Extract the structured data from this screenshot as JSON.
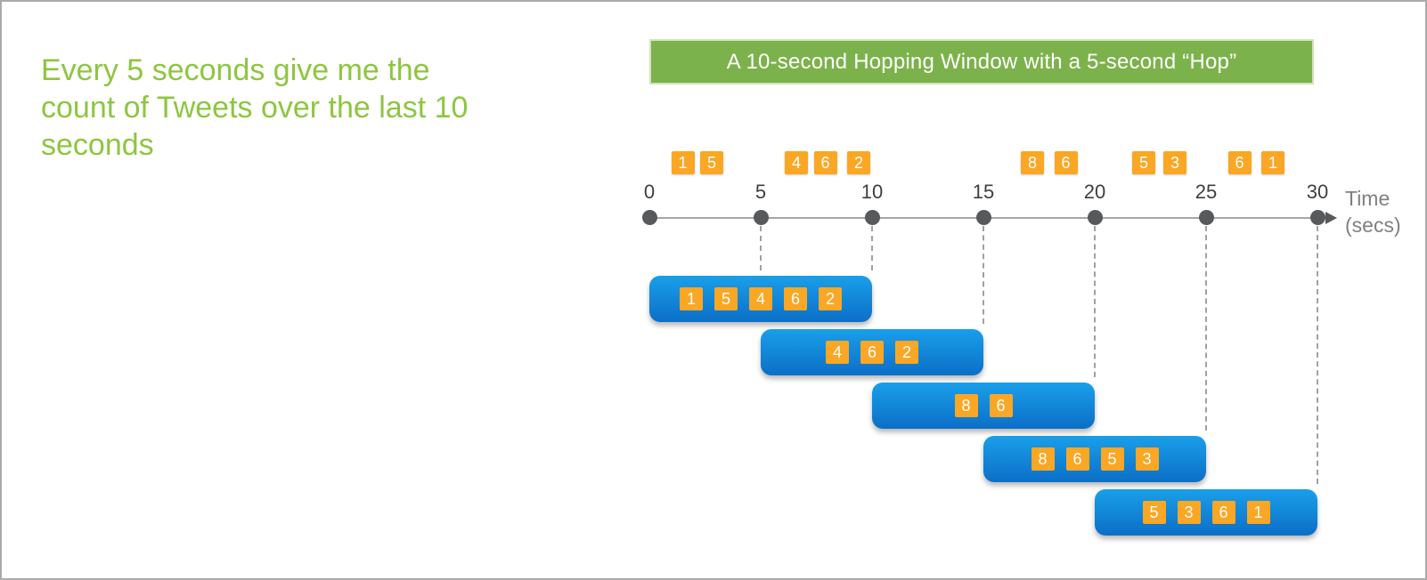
{
  "prompt": {
    "lines": [
      "Every 5 seconds give me the",
      "count of Tweets over the last 10",
      "seconds"
    ]
  },
  "banner": {
    "title": "A 10-second Hopping Window with a 5-second “Hop”"
  },
  "timeline": {
    "ticks": [
      0,
      5,
      10,
      15,
      20,
      25,
      30
    ],
    "axis_label_line1": "Time",
    "axis_label_line2": "(secs)"
  },
  "events": [
    {
      "t": 1.5,
      "value": 1
    },
    {
      "t": 2.8,
      "value": 5
    },
    {
      "t": 6.6,
      "value": 4
    },
    {
      "t": 7.9,
      "value": 6
    },
    {
      "t": 9.4,
      "value": 2
    },
    {
      "t": 17.2,
      "value": 8
    },
    {
      "t": 18.7,
      "value": 6
    },
    {
      "t": 22.2,
      "value": 5
    },
    {
      "t": 23.6,
      "value": 3
    },
    {
      "t": 26.5,
      "value": 6
    },
    {
      "t": 28.0,
      "value": 1
    }
  ],
  "windows": [
    {
      "start": 0,
      "end": 10,
      "values": [
        1,
        5,
        4,
        6,
        2
      ]
    },
    {
      "start": 5,
      "end": 15,
      "values": [
        4,
        6,
        2
      ]
    },
    {
      "start": 10,
      "end": 20,
      "values": [
        8,
        6
      ]
    },
    {
      "start": 15,
      "end": 25,
      "values": [
        8,
        6,
        5,
        3
      ]
    },
    {
      "start": 20,
      "end": 30,
      "values": [
        5,
        3,
        6,
        1
      ]
    }
  ],
  "colors": {
    "prompt_green": "#8dc63f",
    "banner_green": "#7cb24b",
    "banner_border": "#d2e3bc",
    "event_orange": "#f9a725",
    "window_blue_top": "#1a9fe9",
    "window_blue_bottom": "#0b6fc7",
    "axis_line": "#a6a6a6",
    "dot": "#58595b",
    "tick_label": "#3f3f3f",
    "axis_title": "#7f8080",
    "dash": "#a0a0a0",
    "frame_border": "#ababab"
  }
}
